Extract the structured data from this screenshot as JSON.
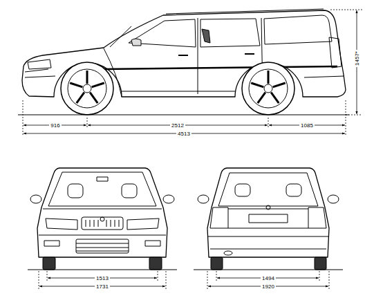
{
  "diagram": {
    "labels": [
      "916",
      "2512",
      "1085",
      "4513",
      "1457*",
      "1513",
      "1731",
      "1494",
      "1920"
    ]
  }
}
